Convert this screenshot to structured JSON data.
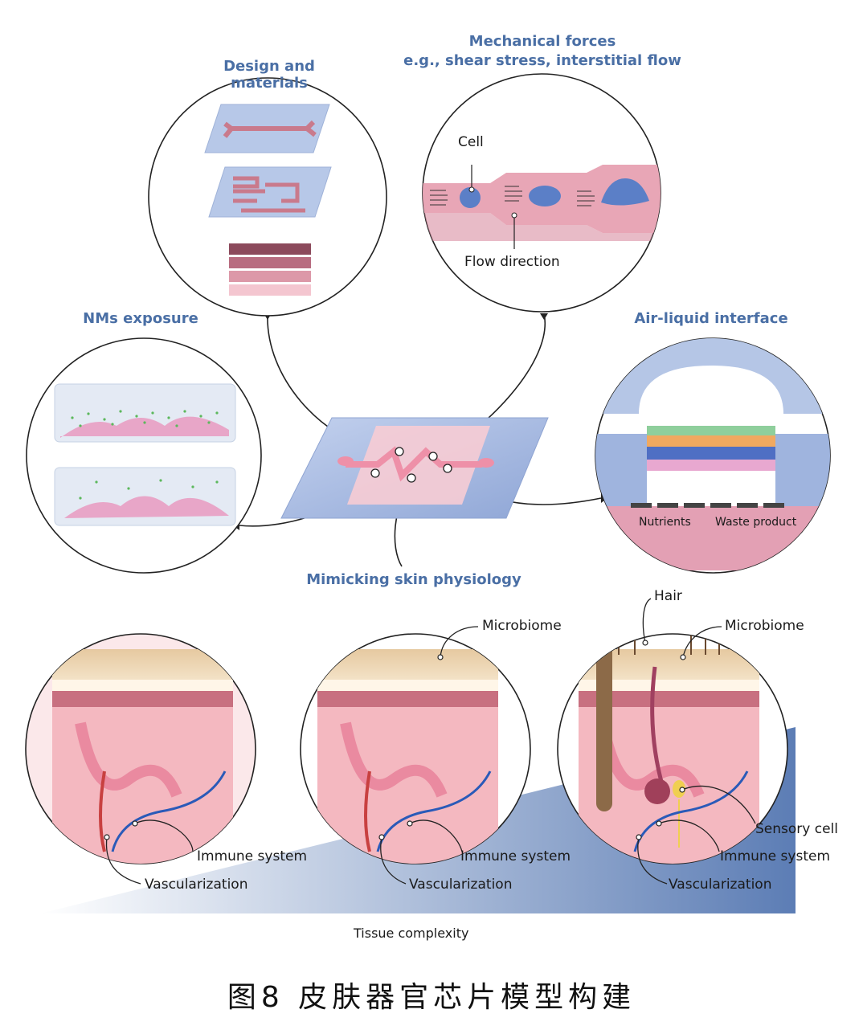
{
  "figure": {
    "caption": "图8 皮肤器官芯片模型构建",
    "center_label": "Mimicking skin physiology",
    "x_axis_label": "Tissue complexity"
  },
  "panels": {
    "design": {
      "title": "Design and materials"
    },
    "mechanical": {
      "title_line1": "Mechanical forces",
      "title_line2": "e.g., shear stress, interstitial flow",
      "labels": {
        "cell": "Cell",
        "flow": "Flow direction"
      }
    },
    "nms": {
      "title": "NMs exposure"
    },
    "ali": {
      "title": "Air-liquid interface",
      "labels": {
        "nutrients": "Nutrients",
        "waste": "Waste product"
      }
    }
  },
  "skin_models": [
    {
      "labels": {
        "immune": "Immune system",
        "vasc": "Vascularization"
      }
    },
    {
      "labels": {
        "microbiome": "Microbiome",
        "immune": "Immune system",
        "vasc": "Vascularization"
      }
    },
    {
      "labels": {
        "hair": "Hair",
        "microbiome": "Microbiome",
        "sensory": "Sensory cell",
        "immune": "Immune system",
        "vasc": "Vascularization"
      }
    }
  ],
  "colors": {
    "title_blue": "#4a6fa5",
    "chip_blue": "#a9bde0",
    "channel_pink": "#e8a0b0",
    "skin_pink": "#f2c4c8",
    "gradient_dark": "#5c7db5"
  }
}
